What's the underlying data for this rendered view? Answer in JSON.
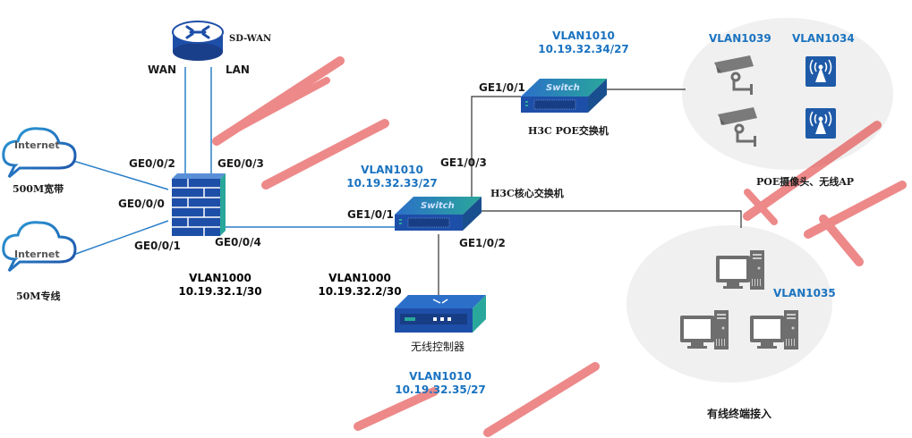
{
  "title": "Network topology diagram",
  "colors": {
    "vlan_label": "#1a73c0",
    "device_blue": "#1e4fa8",
    "device_teal": "#2aa79b",
    "link_blue": "#2a7fc9",
    "link_black": "#333333",
    "zone_fill": "#f0f0f0",
    "icon_gray": "#6e6e6e",
    "redaction": "#e02a2a"
  },
  "internet_links": [
    {
      "cloud_label": "Internet",
      "caption": "500M宽带",
      "port": "GE0/0/2"
    },
    {
      "cloud_label": "Internet",
      "caption": "50M专线",
      "port": "GE0/0/1"
    }
  ],
  "sdwan": {
    "name": "SD-WAN",
    "wan_label": "WAN",
    "lan_label": "LAN"
  },
  "firewall": {
    "ports": {
      "top_left": "GE0/0/2",
      "top_right": "GE0/0/3",
      "left": "GE0/0/0",
      "bottom_left": "GE0/0/1",
      "bottom_right": "GE0/0/4"
    },
    "vlan": "VLAN1000",
    "ip": "10.19.32.1/30"
  },
  "core_switch": {
    "name": "H3C核心交换机",
    "device_text": "Switch",
    "vlan": "VLAN1010",
    "ip": "10.19.32.33/27",
    "ports": {
      "uplink": "GE1/0/1",
      "to_poe": "GE1/0/3",
      "to_controller": "GE1/0/2"
    },
    "uplink_vlan": "VLAN1000",
    "uplink_ip": "10.19.32.2/30"
  },
  "poe_switch": {
    "name": "H3C POE交换机",
    "device_text": "Switch",
    "vlan": "VLAN1010",
    "ip": "10.19.32.34/27",
    "port": "GE1/0/1"
  },
  "wireless_controller": {
    "name": "无线控制器",
    "vlan": "VLAN1010",
    "ip": "10.19.32.35/27"
  },
  "poe_zone": {
    "caption": "POE摄像头、无线AP",
    "camera_vlan": "VLAN1039",
    "ap_vlan": "VLAN1034"
  },
  "wired_zone": {
    "caption": "有线终端接入",
    "vlan": "VLAN1035"
  }
}
